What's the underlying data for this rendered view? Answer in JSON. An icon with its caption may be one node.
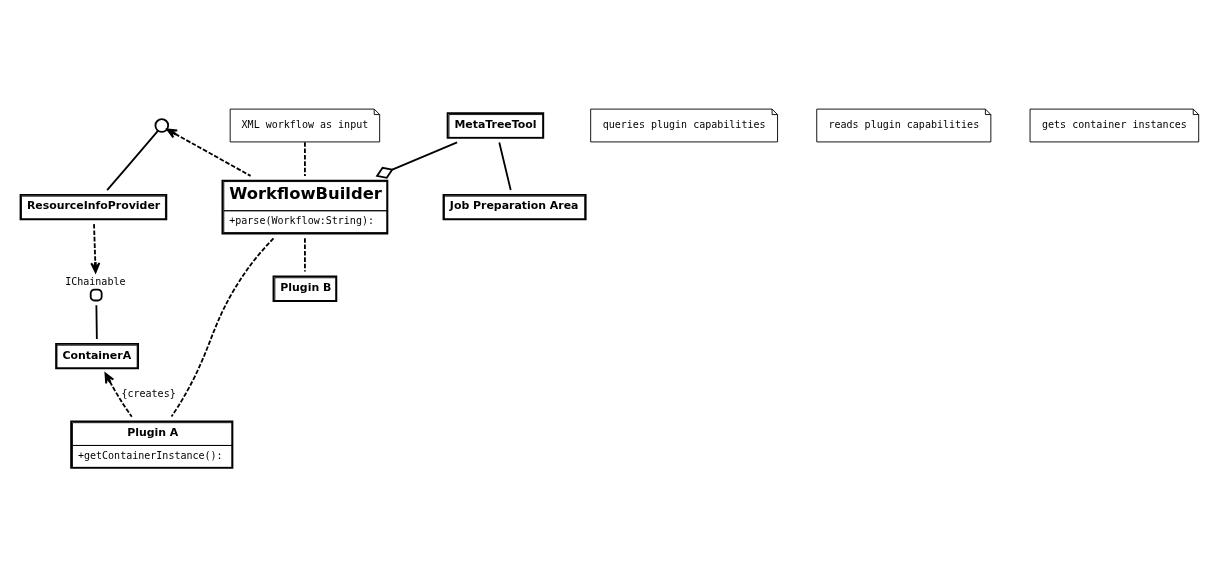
{
  "diagram": {
    "nodes": [
      {
        "text": [
          "ResourceInfoProvider"
        ]
      },
      {
        "text": [],
        "shape": "circle"
      },
      {
        "text": [
          "queries plugin capabilities"
        ]
      },
      {
        "text": [
          "reads plugin capabilities"
        ]
      },
      {
        "text": [
          "IChainable"
        ]
      },
      {
        "text": [
          "ContainerA"
        ]
      },
      {
        "text": [
          "gets container instances"
        ]
      },
      {
        "text": [
          "XML workflow as input"
        ]
      },
      {
        "text": [
          "WorkflowBuilder",
          "+parse(Workflow:String):"
        ]
      },
      {
        "text": [
          "Plugin A",
          "+getContainerInstance():"
        ]
      },
      {
        "text": [
          "Plugin B"
        ]
      },
      {
        "text": [
          "MetaTreeTool"
        ]
      },
      {
        "text": [
          "Job Preparation Area"
        ]
      }
    ],
    "edges": [
      {
        "from": 1,
        "to": 0,
        "arrow": "none"
      },
      {
        "from": 8,
        "to": 1,
        "arrow": "to",
        "style": "dashed"
      },
      {
        "from": 0,
        "to": 4,
        "arrow": "to",
        "style": "dashed"
      },
      {
        "from": 4,
        "to": 5,
        "arrow": "none"
      },
      {
        "from": 9,
        "to": 5,
        "arrow": "to",
        "style": "dashed",
        "label": "{creates}"
      },
      {
        "from": 7,
        "to": 8,
        "arrow": "none",
        "style": "dashed"
      },
      {
        "from": 8,
        "to": 9,
        "arrow": "none",
        "style": "dashed"
      },
      {
        "from": 8,
        "to": 10,
        "arrow": "none",
        "style": "dashed"
      },
      {
        "from": 11,
        "to": 8,
        "arrow": "other"
      },
      {
        "from": 11,
        "to": 12,
        "arrow": "none"
      }
    ]
  }
}
